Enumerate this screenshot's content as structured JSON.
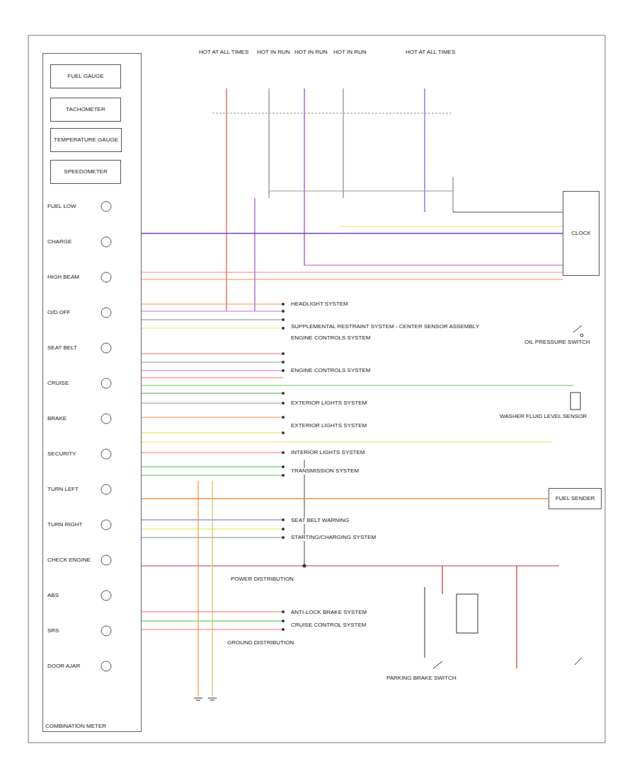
{
  "diagram": {
    "nodes": [
      {
        "text": [
          "COMBINATION METER"
        ]
      },
      {
        "text": [
          "FUEL GAUGE"
        ],
        "in": 0
      },
      {
        "text": [
          "TACHOMETER"
        ],
        "in": 0
      },
      {
        "text": [
          "TEMPERATURE GAUGE"
        ],
        "in": 0
      },
      {
        "text": [
          "SPEEDOMETER"
        ],
        "in": 0
      },
      {
        "text": [
          "CLOCK"
        ]
      },
      {
        "text": [
          "FUEL SENDER"
        ]
      }
    ],
    "edges": [
      {
        "from": 0,
        "to": 5,
        "arrow": "none"
      },
      {
        "from": 0,
        "to": 6,
        "arrow": "none"
      }
    ],
    "labels": [
      "HOT AT ALL TIMES",
      "HOT IN RUN",
      "HOT IN RUN",
      "HOT IN RUN",
      "HOT AT ALL TIMES",
      "FUEL LOW",
      "CHARGE",
      "HIGH BEAM",
      "O/D OFF",
      "SEAT BELT",
      "CRUISE",
      "BRAKE",
      "SECURITY",
      "TURN LEFT",
      "TURN RIGHT",
      "CHECK ENGINE",
      "ABS",
      "SRS",
      "DOOR AJAR",
      "HEADLIGHT SYSTEM",
      "SUPPLEMENTAL RESTRAINT SYSTEM - CENTER SENSOR ASSEMBLY",
      "ENGINE CONTROLS SYSTEM",
      "ENGINE CONTROLS SYSTEM",
      "EXTERIOR LIGHTS SYSTEM",
      "EXTERIOR LIGHTS SYSTEM",
      "INTERIOR LIGHTS SYSTEM",
      "TRANSMISSION SYSTEM",
      "SEAT BELT WARNING",
      "STARTING/CHARGING SYSTEM",
      "ANTI-LOCK BRAKE SYSTEM",
      "CRUISE CONTROL SYSTEM",
      "POWER DISTRIBUTION",
      "GROUND DISTRIBUTION",
      "OIL PRESSURE SWITCH",
      "WASHER FLUID LEVEL SENSOR",
      "PARKING BRAKE SWITCH"
    ]
  }
}
